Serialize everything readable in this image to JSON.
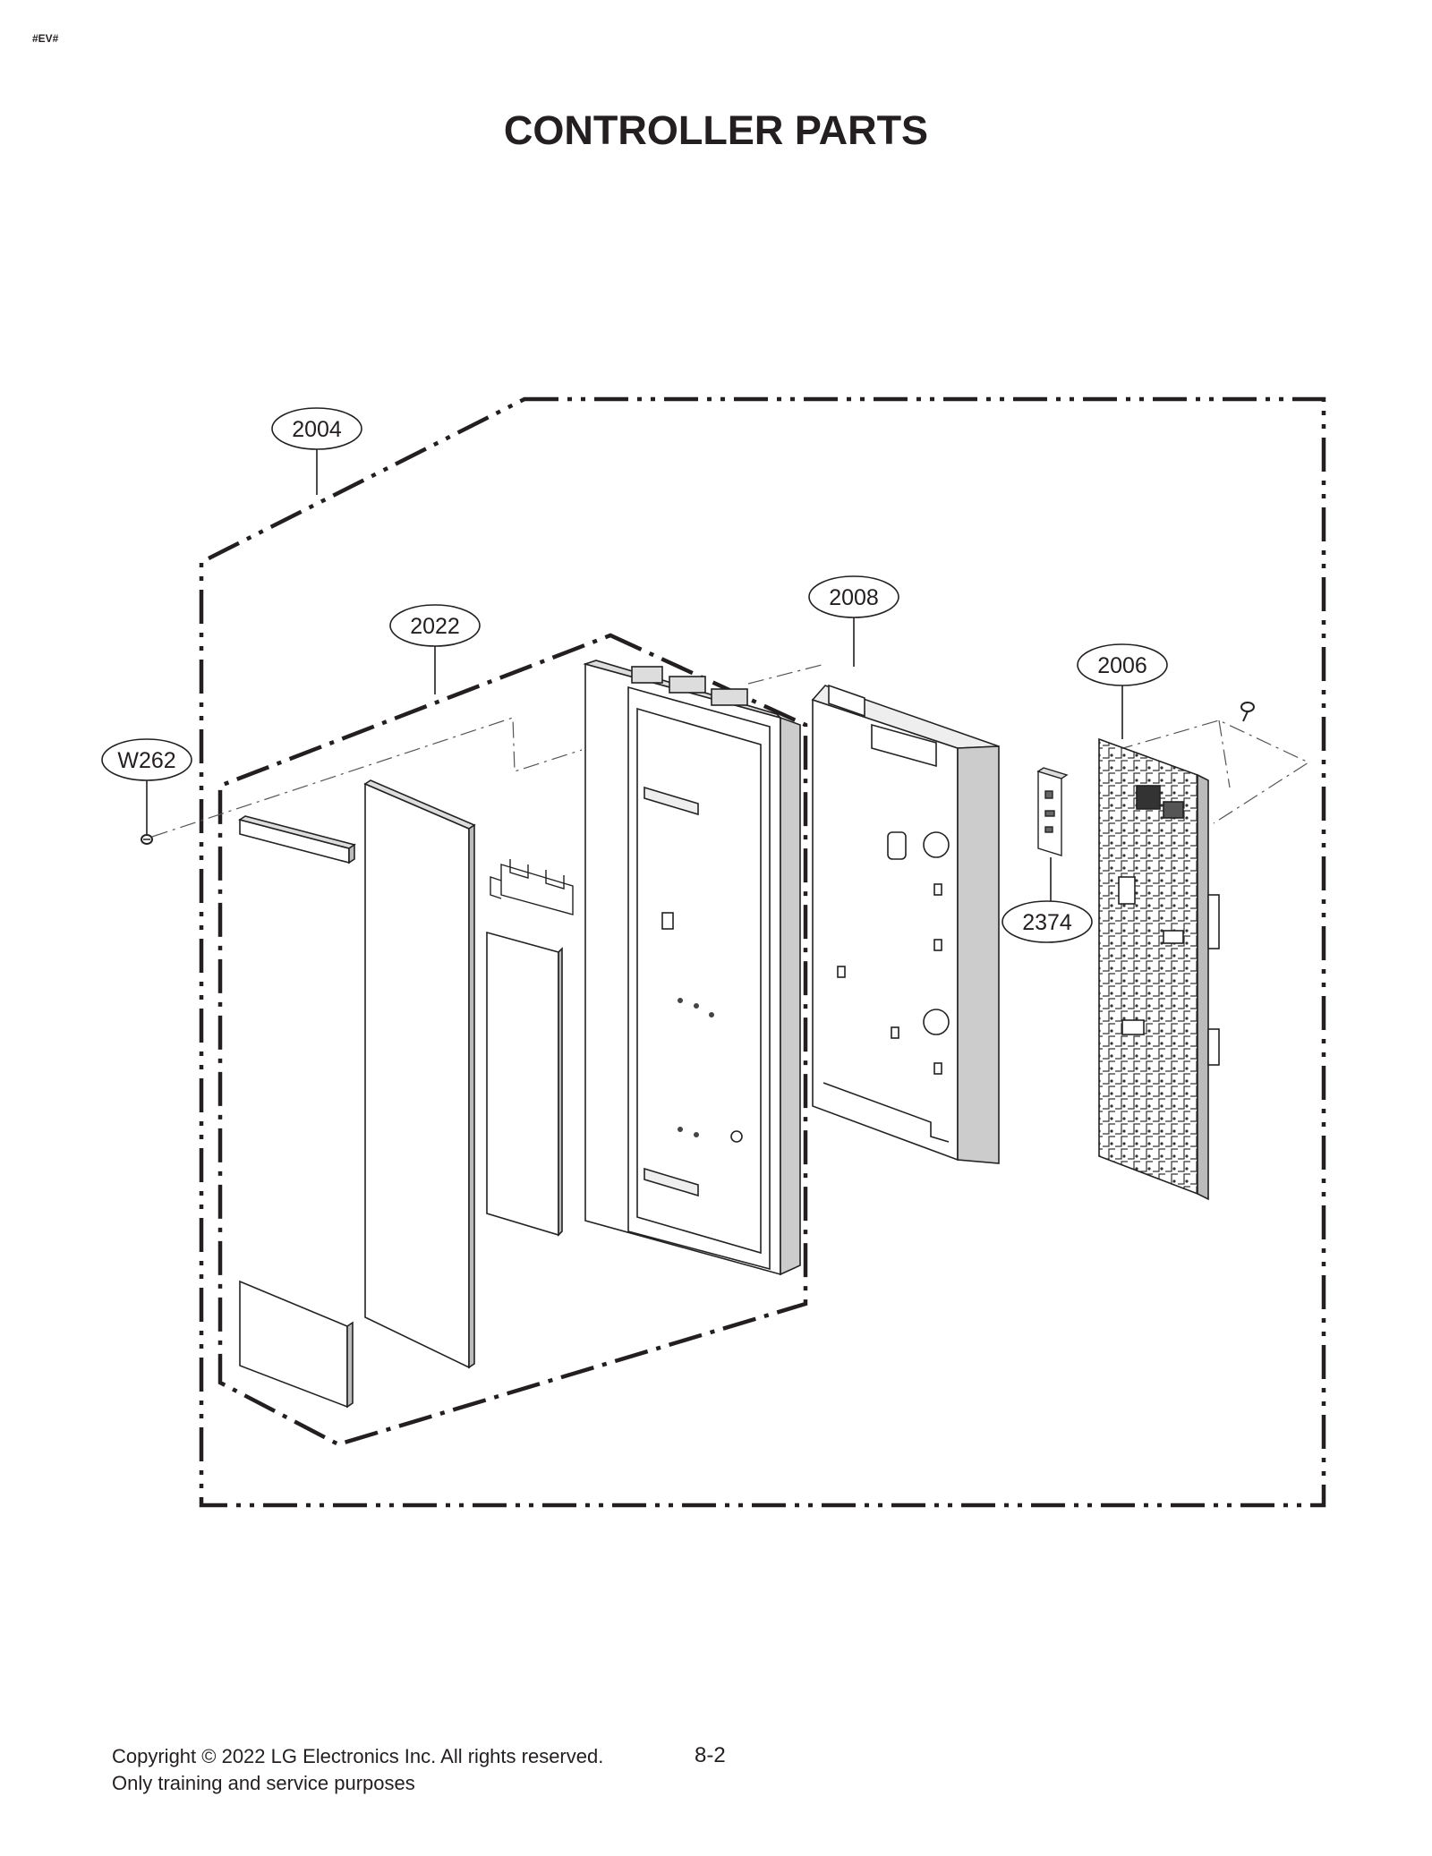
{
  "header": {
    "tag": "#EV#",
    "title": "CONTROLLER PARTS"
  },
  "callouts": {
    "c2004": "2004",
    "c2022": "2022",
    "cW262": "W262",
    "c2008": "2008",
    "c2006": "2006",
    "c2374": "2374"
  },
  "footer": {
    "copyright_line1": "Copyright © 2022 LG Electronics Inc. All rights reserved.",
    "copyright_line2": "Only training and service purposes",
    "page_number": "8-2"
  }
}
